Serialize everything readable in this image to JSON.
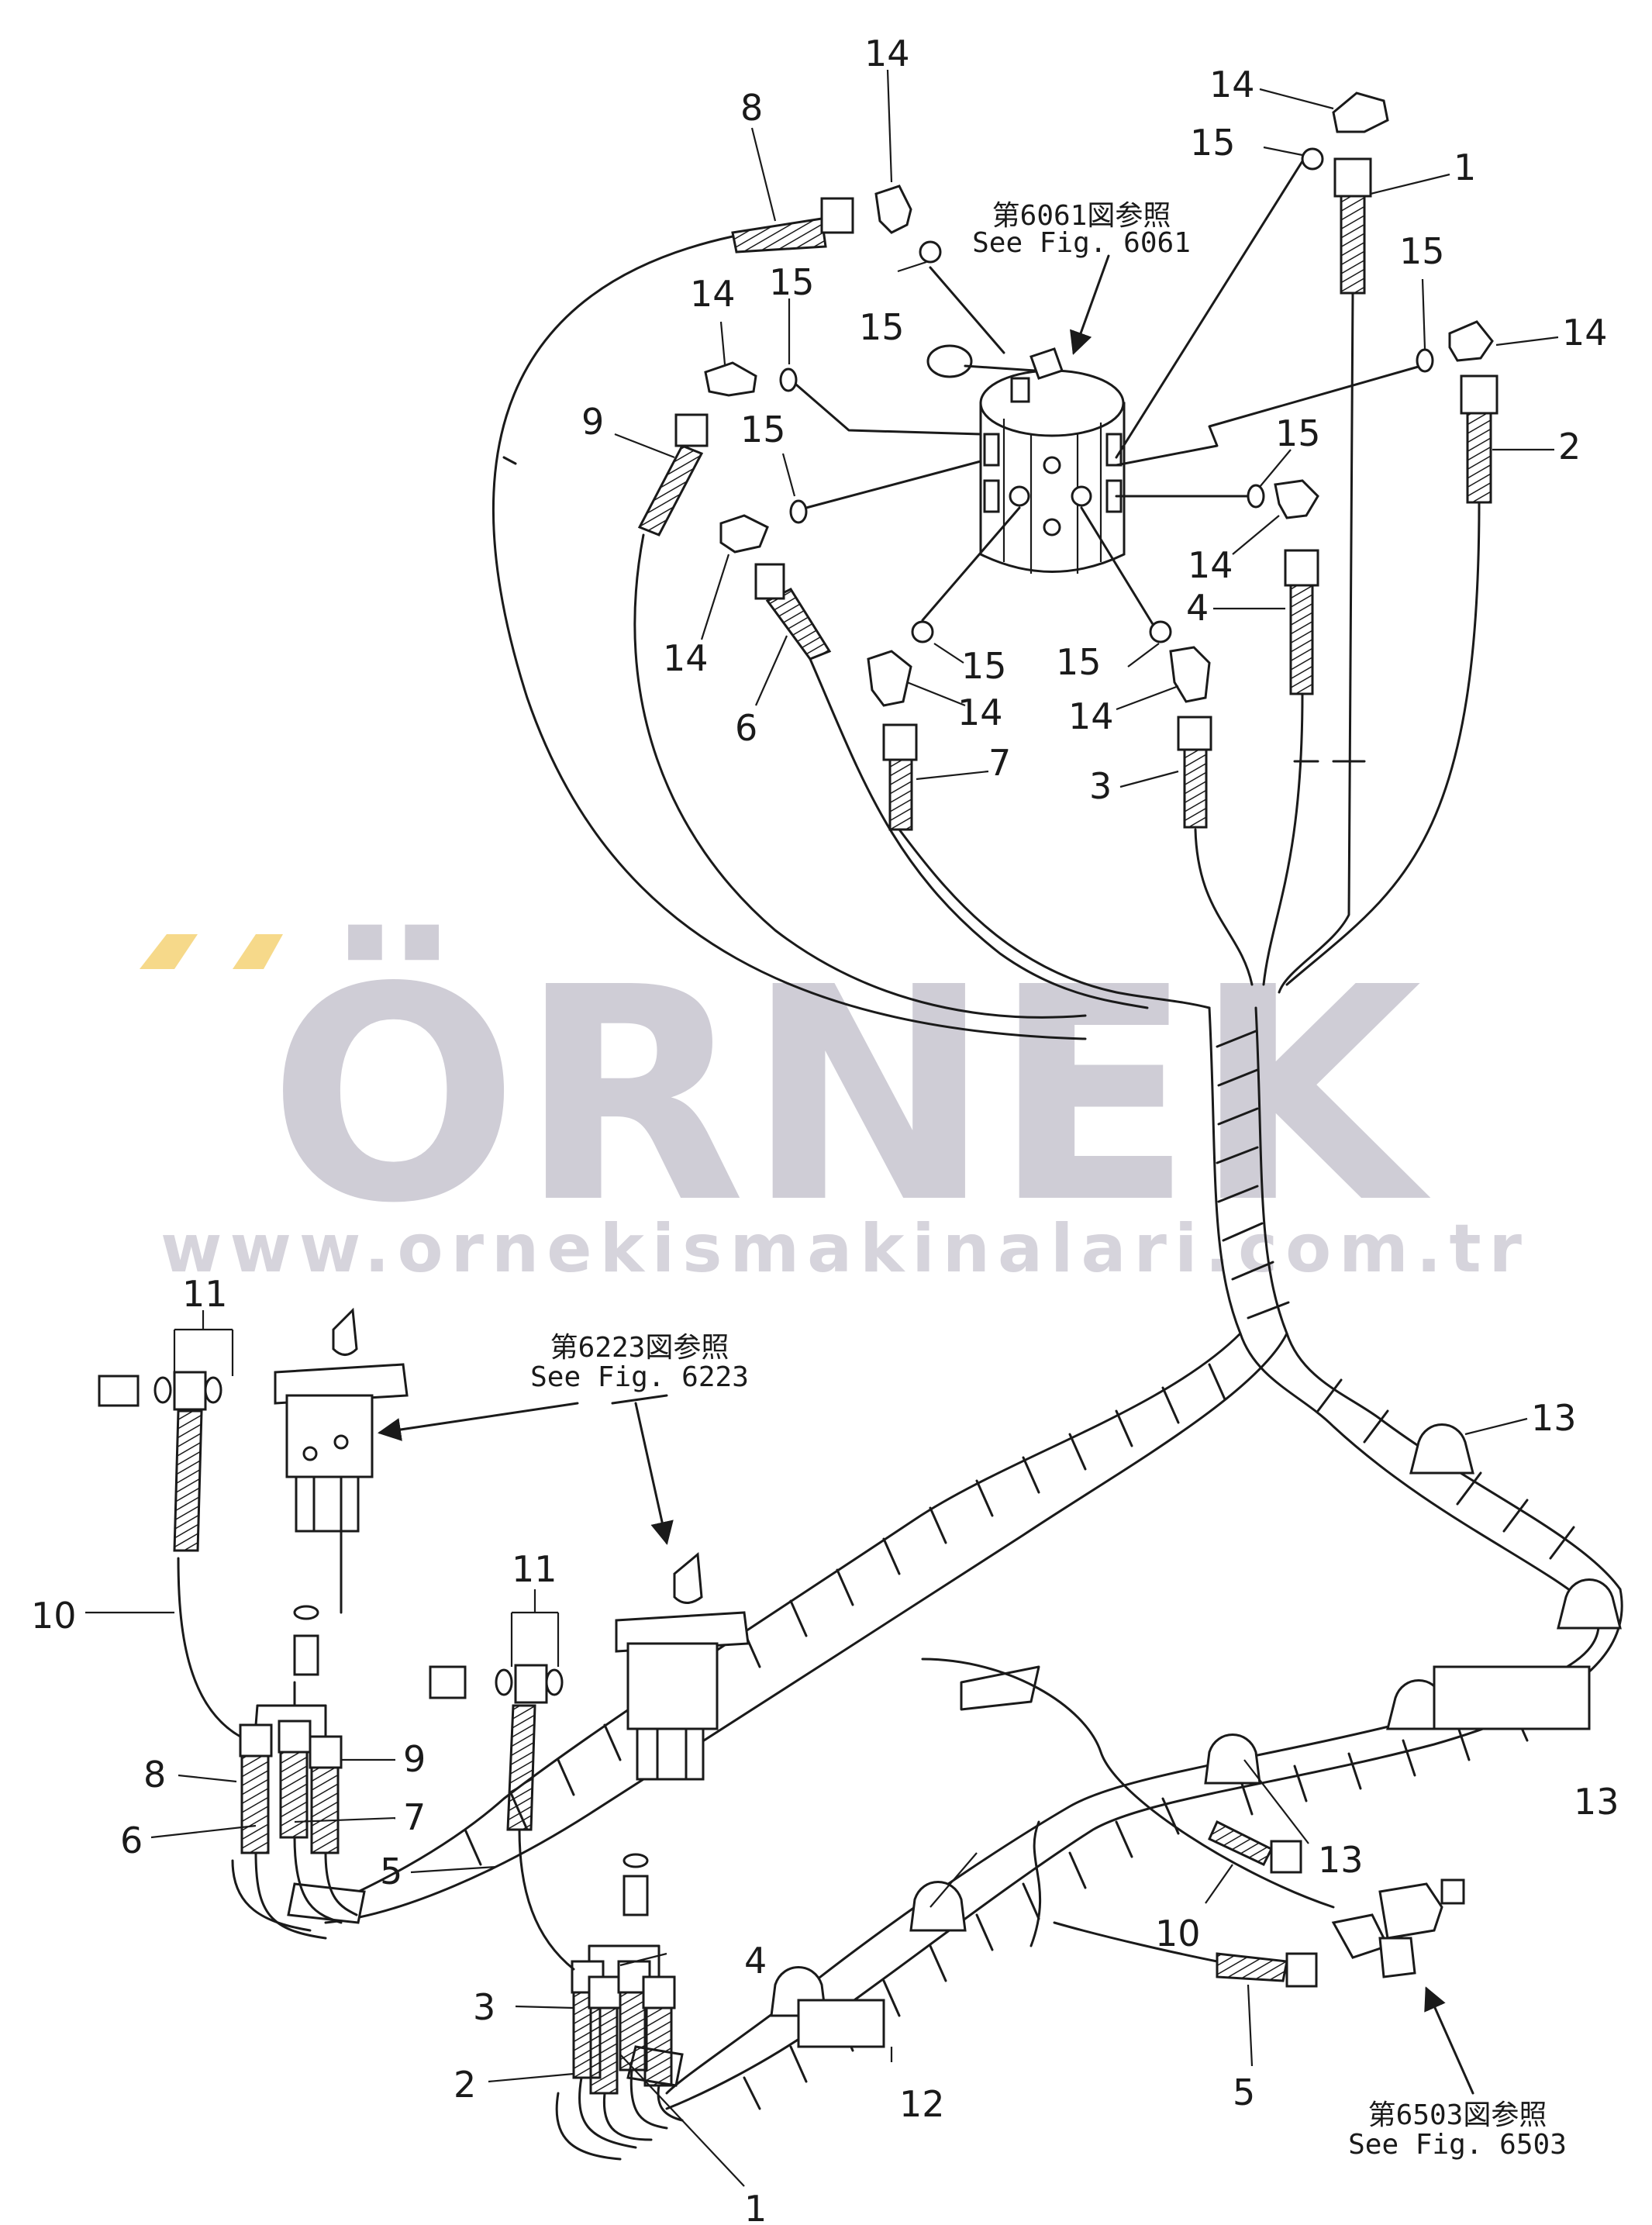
{
  "watermark": {
    "brand": "ÖRNEK",
    "url": "www.ornekismakinalari.com.tr",
    "brand_color": "#cfcdd6",
    "accent_color": "#f6d98a"
  },
  "references": {
    "fig6061": {
      "jp": "第6061図参照",
      "en": "See Fig. 6061"
    },
    "fig6223": {
      "jp": "第6223図参照",
      "en": "See Fig. 6223"
    },
    "fig6503": {
      "jp": "第6503図参照",
      "en": "See Fig. 6503"
    }
  },
  "callouts": {
    "c1a": "1",
    "c1b": "1",
    "c2a": "2",
    "c2b": "2",
    "c3a": "3",
    "c3b": "3",
    "c4a": "4",
    "c4b": "4",
    "c5a": "5",
    "c5b": "5",
    "c6a": "6",
    "c6b": "6",
    "c7a": "7",
    "c7b": "7",
    "c8a": "8",
    "c8b": "8",
    "c9a": "9",
    "c9b": "9",
    "c10a": "10",
    "c10b": "10",
    "c11a": "11",
    "c11b": "11",
    "c12": "12",
    "c13a": "13",
    "c13b": "13",
    "c13c": "13",
    "c14a": "14",
    "c14b": "14",
    "c14c": "14",
    "c14d": "14",
    "c14e": "14",
    "c14f": "14",
    "c14g": "14",
    "c14h": "14",
    "c15a": "15",
    "c15b": "15",
    "c15c": "15",
    "c15d": "15",
    "c15e": "15",
    "c15f": "15",
    "c15g": "15",
    "c15h": "15"
  }
}
